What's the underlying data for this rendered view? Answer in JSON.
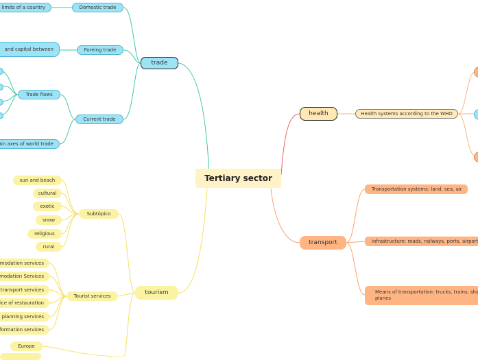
{
  "central": "Tertiary sector",
  "branches": {
    "trade": {
      "label": "trade",
      "domestic_trade": "Domestic trade",
      "domestic_detail": "ne limits of a country",
      "foreing_trade": "Foreing trade",
      "foreing_detail": "and capital between",
      "current_trade": "Current trade",
      "trade_flows": "Trade flows",
      "axes": "ain axes of world trade"
    },
    "health": {
      "label": "health",
      "systems": "Health systems according to the WHO"
    },
    "transport": {
      "label": "transport",
      "systems": "Transportation systems: land, sea, air",
      "infrastructure": "infrastructure: roads, railways, ports, airports",
      "means": "Means of transportation: trucks, trains, ships, planes"
    },
    "tourism": {
      "label": "tourism",
      "subtopico": "Subtópico",
      "sub_items": [
        "sun and beach",
        "cultural",
        "exotic",
        "snow",
        "religious",
        "rural"
      ],
      "tourist_services": "Tourist services",
      "service_items": [
        "modation services",
        "modation Services",
        "transport services",
        "ice of restauration",
        "planning services",
        "formation services"
      ],
      "europe": "Europe"
    }
  },
  "colors": {
    "trade": "#3cc9a4",
    "health": "#f0605a",
    "transport": "#ff9f6b",
    "tourism": "#f6e05c"
  }
}
